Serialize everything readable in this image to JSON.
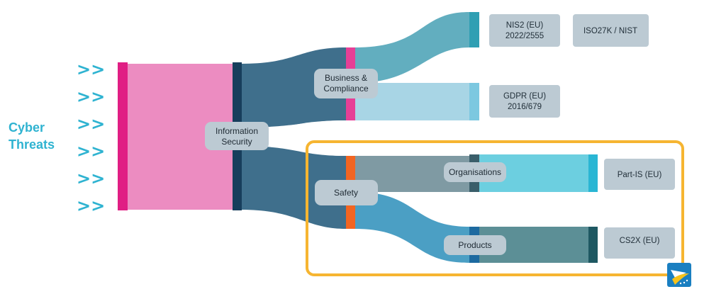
{
  "title": {
    "line1": "Cyber",
    "line2": "Threats",
    "marker": ">>",
    "marker_count": 6
  },
  "nodes": {
    "information_security": [
      "Information",
      "Security"
    ],
    "business_compliance": [
      "Business &",
      "Compliance"
    ],
    "safety": "Safety",
    "organisations": "Organisations",
    "products": "Products"
  },
  "regulations": {
    "nis2": [
      "NIS2 (EU)",
      "2022/2555"
    ],
    "iso": "ISO27K / NIST",
    "gdpr": [
      "GDPR (EU)",
      "2016/679"
    ],
    "part_is": "Part-IS (EU)",
    "cs2x": "CS2X (EU)"
  },
  "colors": {
    "title": "#2fb3d1",
    "source_bar": "#e01e84",
    "source_flow": "#ec8cc1",
    "infosec_flow": "#3f6f8c",
    "infosec_bar": "#173e5c",
    "business_bar": "#e63f96",
    "safety_bar": "#f26522",
    "nis2_flow": "#62aebf",
    "gdpr_flow": "#a8d5e5",
    "org_flow": "#7f9aa3",
    "prod_flow": "#4b9fc4",
    "highlight_box": "#f6b531",
    "label_box": "#bccad3",
    "logo": "#1a7fc1"
  },
  "logo_icon": "airplane-swoosh-logo-icon"
}
